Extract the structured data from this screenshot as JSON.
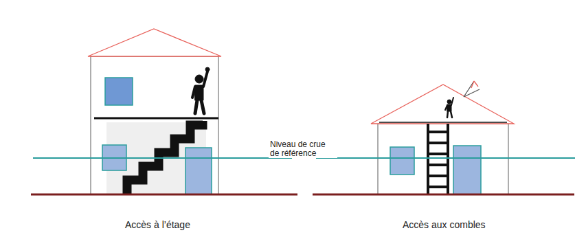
{
  "diagram": {
    "labels": [
      "Niveau de crue de référence",
      "Accès à l’étage",
      "Accès aux combles"
    ]
  }
}
